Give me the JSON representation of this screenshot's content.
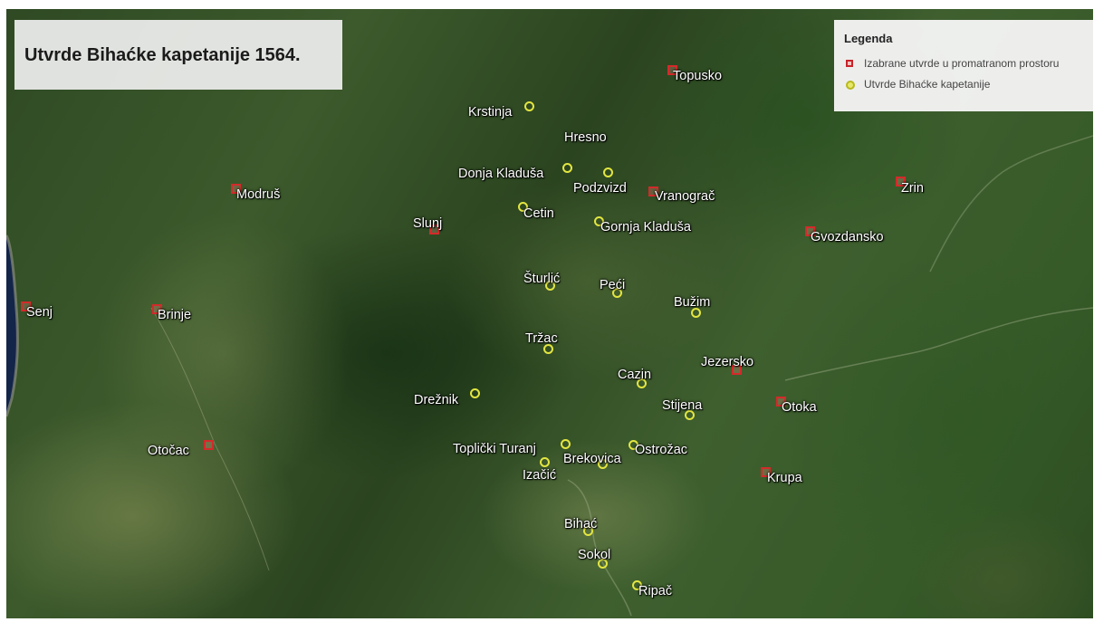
{
  "map": {
    "title": "Utvrde Bihaćke kapetanije 1564.",
    "legend": {
      "title": "Legenda",
      "items": [
        {
          "label": "Izabrane utvrde u promatranom prostoru",
          "symbol": "red-square",
          "color": "#d42a2a"
        },
        {
          "label": "Utvrde Bihaćke kapetanije",
          "symbol": "yellow-circle",
          "color": "#e3e640"
        }
      ]
    },
    "places": [
      {
        "name": "Topusko",
        "type": "selected"
      },
      {
        "name": "Krstinja",
        "type": "bihac"
      },
      {
        "name": "Hresno",
        "type": "bihac"
      },
      {
        "name": "Donja Kladuša",
        "type": "bihac"
      },
      {
        "name": "Podzvizd",
        "type": "bihac"
      },
      {
        "name": "Vranograč",
        "type": "selected"
      },
      {
        "name": "Zrin",
        "type": "selected"
      },
      {
        "name": "Modruš",
        "type": "selected"
      },
      {
        "name": "Cetin",
        "type": "bihac"
      },
      {
        "name": "Slunj",
        "type": "selected"
      },
      {
        "name": "Gornja Kladuša",
        "type": "bihac"
      },
      {
        "name": "Gvozdansko",
        "type": "selected"
      },
      {
        "name": "Šturlić",
        "type": "bihac"
      },
      {
        "name": "Peći",
        "type": "bihac"
      },
      {
        "name": "Bužim",
        "type": "bihac"
      },
      {
        "name": "Senj",
        "type": "selected"
      },
      {
        "name": "Brinje",
        "type": "selected"
      },
      {
        "name": "Tržac",
        "type": "bihac"
      },
      {
        "name": "Jezersko",
        "type": "selected"
      },
      {
        "name": "Cazin",
        "type": "bihac"
      },
      {
        "name": "Drežnik",
        "type": "bihac"
      },
      {
        "name": "Otoka",
        "type": "selected"
      },
      {
        "name": "Stijena",
        "type": "bihac"
      },
      {
        "name": "Otočac",
        "type": "selected"
      },
      {
        "name": "Toplički Turanj",
        "type": "bihac"
      },
      {
        "name": "Ostrožac",
        "type": "bihac"
      },
      {
        "name": "Brekovica",
        "type": "bihac"
      },
      {
        "name": "Izačić",
        "type": "bihac"
      },
      {
        "name": "Krupa",
        "type": "selected"
      },
      {
        "name": "Bihać",
        "type": "bihac"
      },
      {
        "name": "Sokol",
        "type": "bihac"
      },
      {
        "name": "Ripač",
        "type": "bihac"
      }
    ]
  }
}
